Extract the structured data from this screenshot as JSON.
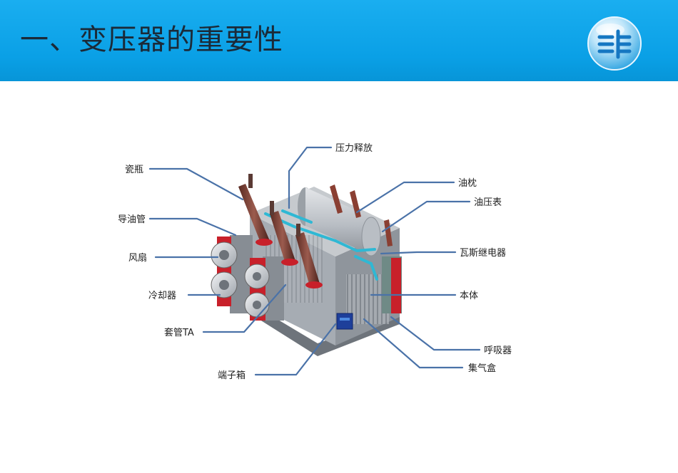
{
  "header": {
    "title": "一、变压器的重要性",
    "background_color": "#0aa0e6",
    "logo_icon": "power-grid-logo-icon"
  },
  "diagram": {
    "subject_icon": "power-transformer-illustration",
    "leader_color": "#4a72a8",
    "labels": {
      "porcelain_bushing": "瓷瓶",
      "oil_pipe": "导油管",
      "fan": "风扇",
      "cooler": "冷却器",
      "bushing_ta": "套管TA",
      "terminal_box": "端子箱",
      "pressure_relief": "压力释放",
      "conservator": "油枕",
      "oil_pressure_gauge": "油压表",
      "gas_relay": "瓦斯继电器",
      "main_body": "本体",
      "breather": "呼吸器",
      "gas_collector": "集气盒"
    }
  }
}
